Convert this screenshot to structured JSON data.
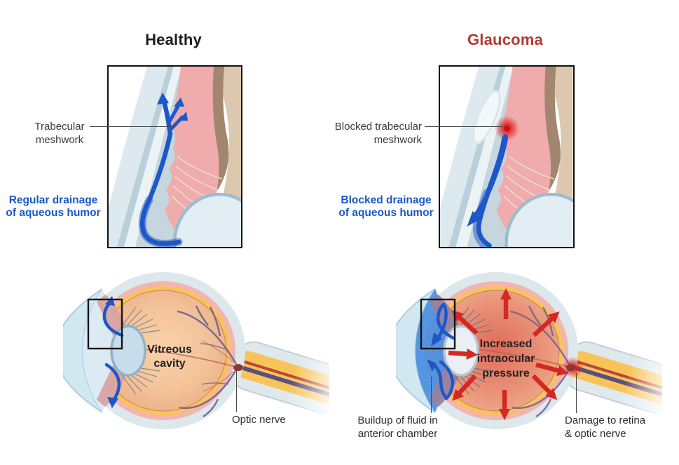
{
  "figure": {
    "healthy": {
      "title": "Healthy",
      "meshwork_label": "Trabecular\nmeshwork",
      "drainage_label": "Regular drainage\nof aqueous humor",
      "vitreous_label": "Vitreous\ncavity",
      "optic_nerve_label": "Optic nerve"
    },
    "glaucoma": {
      "title": "Glaucoma",
      "meshwork_label": "Blocked trabecular\nmeshwork",
      "drainage_label": "Blocked drainage\nof aqueous humor",
      "pressure_label": "Increased\nintraocular\npressure",
      "buildup_label": "Buildup of fluid in\nanterior chamber",
      "damage_label": "Damage to retina\n& optic nerve"
    },
    "colors": {
      "healthy_title": "#1c1c1c",
      "glaucoma_title": "#b23a30",
      "label_blue": "#1b58c5",
      "label_dark": "#3a3a3a",
      "arrow_blue": "#1d57c8",
      "arrow_red": "#d62822"
    }
  }
}
